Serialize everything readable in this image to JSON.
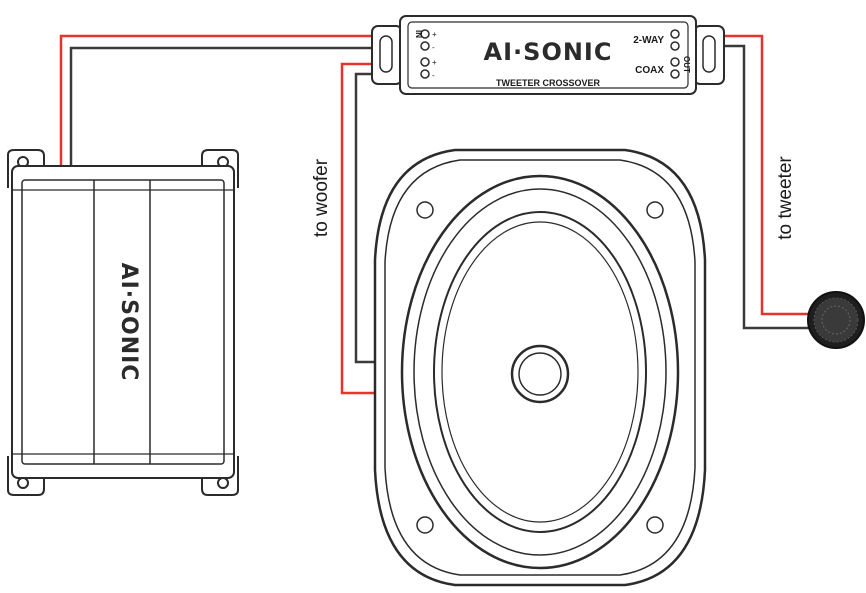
{
  "amplifier": {
    "brand": "AI·SONIC"
  },
  "crossover": {
    "brand": "AI·SONIC",
    "model": "TWEETER CROSSOVER",
    "in_label": "IN",
    "out_label": "OUT",
    "mode_2way": "2-WAY",
    "mode_coax": "COAX",
    "plus": "+",
    "minus": "-"
  },
  "labels": {
    "to_woofer": "to woofer",
    "to_tweeter": "to tweeter"
  },
  "colors": {
    "positive_wire": "#e8322d",
    "negative_wire": "#3a3a3a",
    "outline": "#2b2b2b"
  }
}
